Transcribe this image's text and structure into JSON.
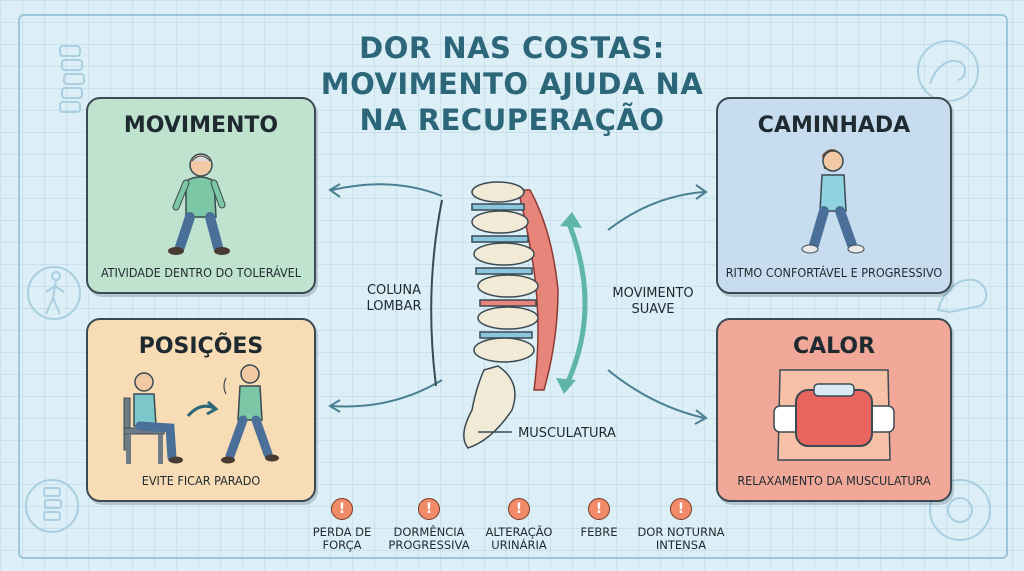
{
  "title": {
    "line1": "DOR NAS COSTAS:",
    "line2": "MOVIMENTO AJUDA NA",
    "line3": "NA RECUPERAÇÃO"
  },
  "cards": {
    "movimento": {
      "title": "MOVIMENTO",
      "caption": "ATIVIDADE DENTRO DO TOLERÁVEL",
      "color": "#bfe3cf"
    },
    "posicoes": {
      "title": "POSIÇÕES",
      "caption": "EVITE FICAR PARADO",
      "color": "#f7dcb5"
    },
    "caminhada": {
      "title": "CAMINHADA",
      "caption": "RITMO CONFORTÁVEL E PROGRESSIVO",
      "color": "#c7dcef"
    },
    "calor": {
      "title": "CALOR",
      "caption": "RELAXAMENTO DA MUSCULATURA",
      "color": "#f1a899"
    }
  },
  "labels": {
    "coluna_1": "COLUNA",
    "coluna_2": "LOMBAR",
    "movimento_1": "MOVIMENTO",
    "movimento_2": "SUAVE",
    "musculatura": "MUSCULATURA"
  },
  "warnings": [
    {
      "line1": "PERDA DE",
      "line2": "FORÇA"
    },
    {
      "line1": "DORMÊNCIA",
      "line2": "PROGRESSIVA"
    },
    {
      "line1": "ALTERAÇÃO",
      "line2": "URINÁRIA"
    },
    {
      "line1": "FEBRE",
      "line2": ""
    },
    {
      "line1": "DOR NOTURNA",
      "line2": "INTENSA"
    }
  ],
  "warning_icon": "!",
  "colors": {
    "title": "#2b6679",
    "background": "#dceef6",
    "warning": "#f08a68",
    "arrow": "#4a7f92"
  }
}
